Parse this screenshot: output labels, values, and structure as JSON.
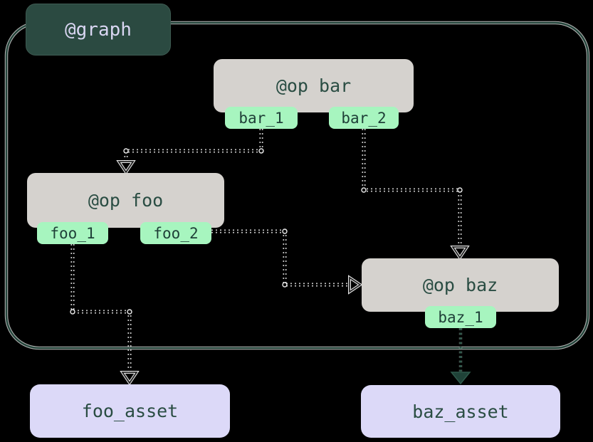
{
  "colors": {
    "background": "#000000",
    "graph_fill": "#2B4A41",
    "graph_border": "#24453B",
    "op_fill": "#D5D2CE",
    "op_text": "#2A4D43",
    "tag_fill": "#A7F5BF",
    "tag_text": "#1F4038",
    "asset_fill": "#DCD9F8",
    "label_text": "#D9D6F2",
    "edge_casing": "#FFFFFF",
    "edge_core": "#222222",
    "asset_edge": "#2E594B",
    "asset_edge_fill": "#1F4238"
  },
  "graph": {
    "label": "@graph"
  },
  "ops": [
    {
      "label": "@op bar",
      "outputs": [
        "bar_1",
        "bar_2"
      ]
    },
    {
      "label": "@op foo",
      "outputs": [
        "foo_1",
        "foo_2"
      ]
    },
    {
      "label": "@op baz",
      "outputs": [
        "baz_1"
      ]
    }
  ],
  "assets": [
    {
      "label": "foo_asset"
    },
    {
      "label": "baz_asset"
    }
  ],
  "edges": [
    {
      "from": "bar_1",
      "to": "@op foo"
    },
    {
      "from": "bar_2",
      "to": "@op baz"
    },
    {
      "from": "foo_2",
      "to": "@op baz"
    },
    {
      "from": "foo_1",
      "to": "foo_asset"
    },
    {
      "from": "baz_1",
      "to": "baz_asset"
    }
  ]
}
